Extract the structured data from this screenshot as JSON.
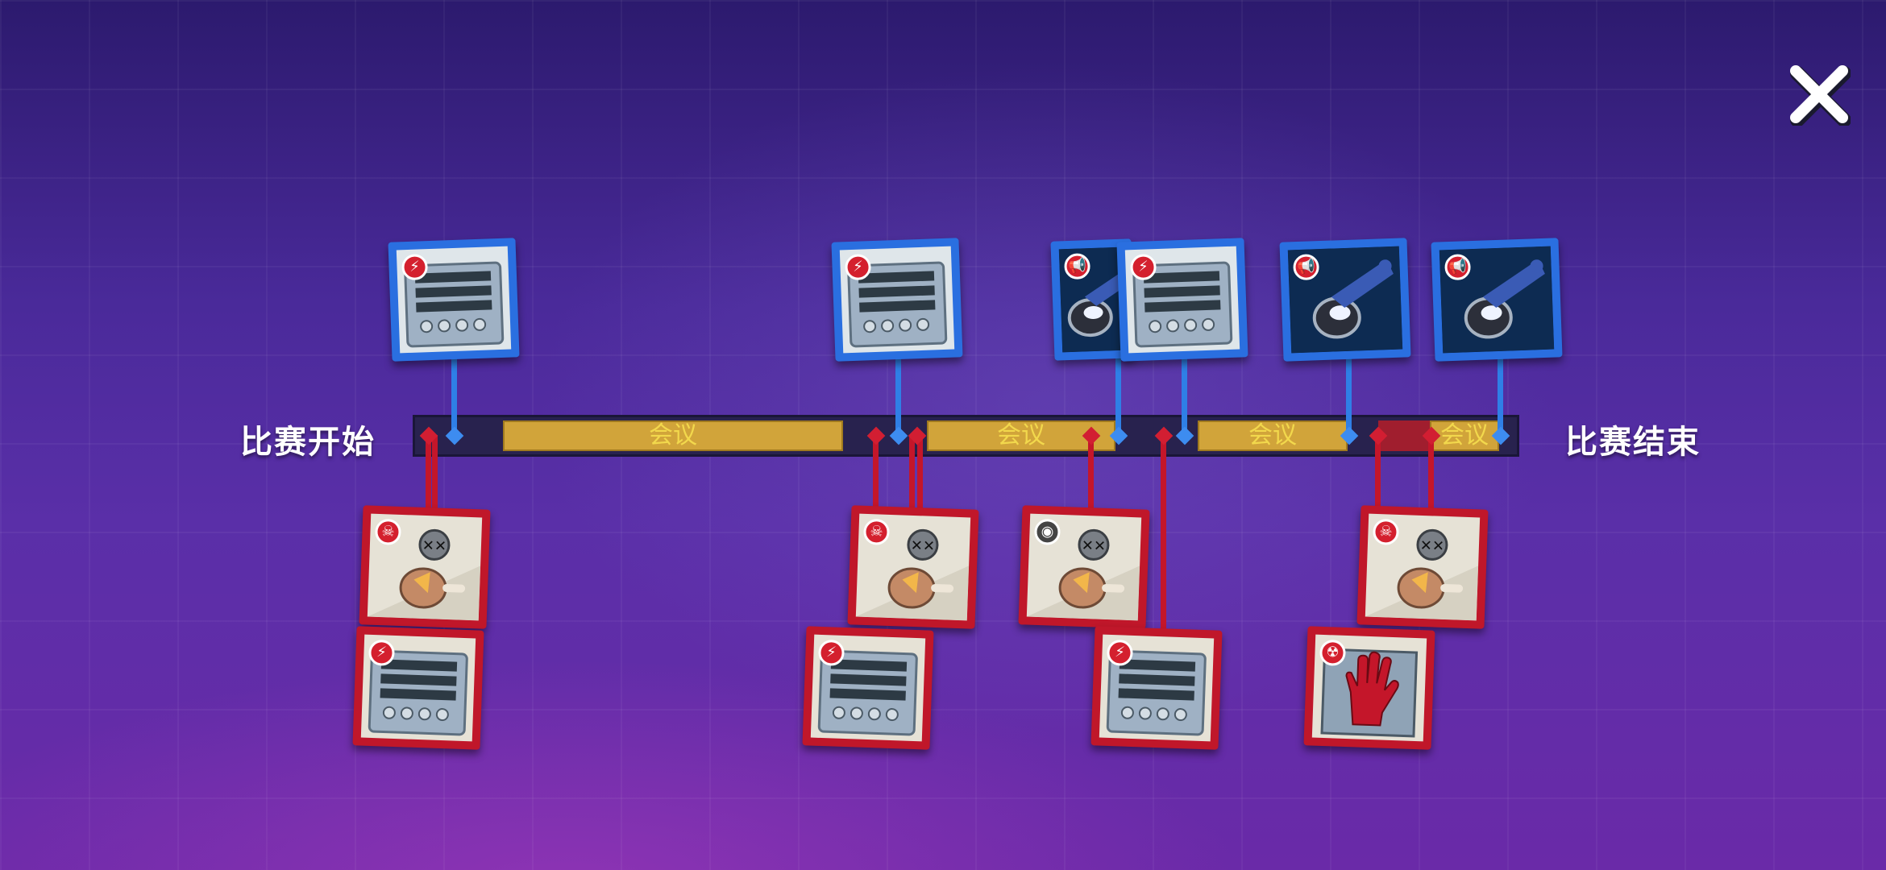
{
  "timeline": {
    "start_label": "比赛开始",
    "end_label": "比赛结束",
    "meeting_label": "会议"
  },
  "colors": {
    "good_team": "#2a6fe0",
    "bad_team": "#c0172a",
    "meeting": "#d1a43a"
  },
  "events_top": [
    {
      "type": "sabotage-power",
      "badge": "lightning-icon"
    },
    {
      "type": "sabotage-power",
      "badge": "lightning-icon"
    },
    {
      "type": "report-body",
      "badge": "megaphone-icon"
    },
    {
      "type": "sabotage-power",
      "badge": "lightning-icon"
    },
    {
      "type": "report-body",
      "badge": "megaphone-icon"
    },
    {
      "type": "report-body",
      "badge": "megaphone-icon"
    }
  ],
  "events_bottom": [
    {
      "type": "kill",
      "badge": "skull-icon"
    },
    {
      "type": "sabotage-power",
      "badge": "lightning-icon"
    },
    {
      "type": "kill",
      "badge": "skull-icon"
    },
    {
      "type": "sabotage-power",
      "badge": "lightning-icon"
    },
    {
      "type": "kill",
      "badge": "sense-icon"
    },
    {
      "type": "sabotage-power",
      "badge": "lightning-icon"
    },
    {
      "type": "kill",
      "badge": "skull-icon"
    },
    {
      "type": "sabotage-reactor",
      "badge": "radiation-icon"
    }
  ]
}
